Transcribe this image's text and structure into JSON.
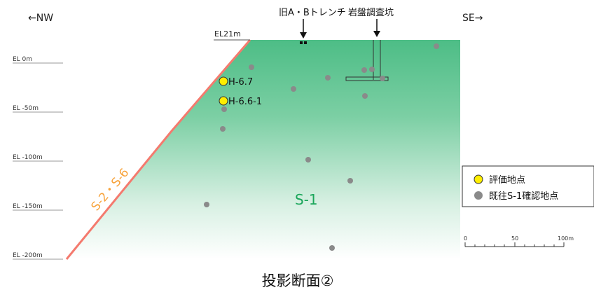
{
  "direction": {
    "left": "←NW",
    "right": "SE→"
  },
  "surface_label": "EL21m",
  "elevation_labels": [
    "EL 0m",
    "EL -50m",
    "EL -100m",
    "EL -150m",
    "EL -200m"
  ],
  "callouts": {
    "trench": "旧A・Bトレンチ",
    "adit": "岩盤調査坑"
  },
  "eval_points": [
    {
      "label": "H-6.7"
    },
    {
      "label": "H-6.6-1"
    }
  ],
  "fault_labels": {
    "boundary": "S-2・S-6",
    "body": "S-1"
  },
  "legend": {
    "eval": "評価地点",
    "existing": "既往S-1確認地点"
  },
  "scale": {
    "labels": [
      "0",
      "50",
      "100m"
    ]
  },
  "caption": "投影断面②",
  "colors": {
    "body_top": "#4dbd86",
    "body_bottom": "#ffffff",
    "boundary_line": "#f47a6e",
    "boundary_text": "#f7a23a",
    "s1_text": "#1aa65a",
    "eval_fill": "#ffee00",
    "existing_fill": "#8a8a8a",
    "elevation_text": "#333333"
  }
}
